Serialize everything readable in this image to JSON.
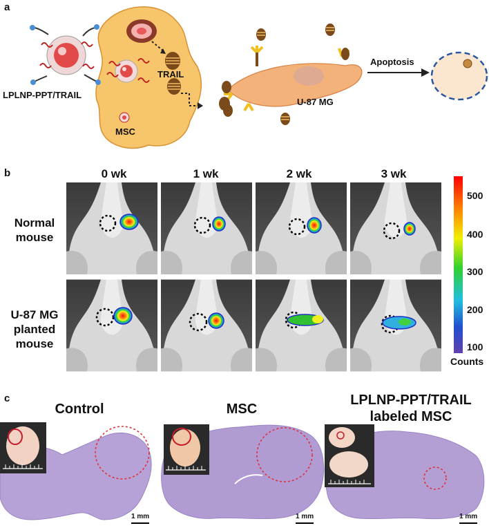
{
  "panel_a": {
    "letter": "a",
    "nanoparticle_label": "LPLNP-PPT/TRAIL",
    "trail_label": "TRAIL",
    "msc_label": "MSC",
    "target_cell_label": "U-87 MG",
    "apoptosis_label": "Apoptosis"
  },
  "panel_b": {
    "letter": "b",
    "columns": [
      "0 wk",
      "1 wk",
      "2 wk",
      "3 wk"
    ],
    "rows": [
      {
        "label": "Normal mouse"
      },
      {
        "label": "U-87 MG planted mouse"
      }
    ],
    "colorbar": {
      "ticks": [
        "500",
        "400",
        "300",
        "200",
        "100"
      ],
      "unit_label": "Counts"
    }
  },
  "panel_c": {
    "letter": "c",
    "titles": [
      "Control",
      "MSC",
      "LPLNP-PPT/TRAIL labeled MSC"
    ],
    "title_line1": "LPLNP-PPT/TRAIL",
    "title_line2": "labeled MSC",
    "scale_bar": "1 mm"
  },
  "colors": {
    "cell_fill": "#f7c56b",
    "tumor_cell_fill": "#f3b27a",
    "tissue": "#b9a6d8",
    "dashed_circle": "#e0303a"
  }
}
